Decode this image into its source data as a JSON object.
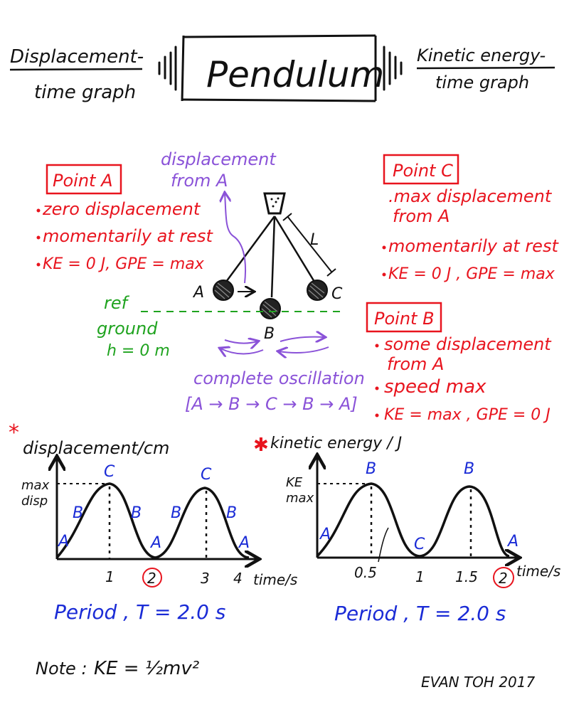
{
  "header": {
    "title": "Pendulum",
    "left_line1": "Displacement-",
    "left_line2": "time graph",
    "right_line1": "Kinetic energy-",
    "right_line2": "time graph"
  },
  "pendulum": {
    "label_a": "A",
    "label_b": "B",
    "label_c": "C",
    "label_l": "L",
    "disp_line1": "displacement",
    "disp_line2": "from A",
    "ref_line1": "ref",
    "ref_line2": "ground",
    "ref_line3": "h = 0 m",
    "oscillation_title": "complete oscillation",
    "oscillation_seq": "[A → B → C → B → A]"
  },
  "point_a": {
    "title": "Point A",
    "bullets": [
      "zero displacement",
      "momentarily at rest",
      "KE = 0 J, GPE = max"
    ]
  },
  "point_c": {
    "title": "Point C",
    "bullets": [
      ".max displacement",
      "from A",
      "momentarily at rest",
      "KE = 0 J , GPE = max"
    ]
  },
  "point_b": {
    "title": "Point B",
    "bullets": [
      "some displacement",
      "from A",
      "speed max",
      "KE = max , GPE = 0 J"
    ]
  },
  "disp_graph": {
    "ylabel": "displacement/cm",
    "xlabel": "time/s",
    "max_line1": "max",
    "max_line2": "disp",
    "period": "Period , T = 2.0 s",
    "ticks": [
      "1",
      "2",
      "3",
      "4"
    ],
    "point_labels": [
      "A",
      "B",
      "C",
      "B",
      "A",
      "B",
      "C",
      "B",
      "A"
    ]
  },
  "ke_graph": {
    "ylabel": "kinetic energy / J",
    "xlabel": "time/s",
    "max_line1": "KE",
    "max_line2": "max",
    "period": "Period , T = 2.0 s",
    "ticks": [
      "0.5",
      "1",
      "1.5",
      "2"
    ],
    "point_labels": [
      "A",
      "B",
      "C",
      "B",
      "A"
    ]
  },
  "note": {
    "prefix": "Note :",
    "formula": "KE = ½mv²"
  },
  "signature": "EVAN TOH 2017",
  "colors": {
    "ink": "#111111",
    "red": "#e8141e",
    "blue": "#1a2bd6",
    "purple": "#8a52d8",
    "green": "#1fa31f"
  }
}
